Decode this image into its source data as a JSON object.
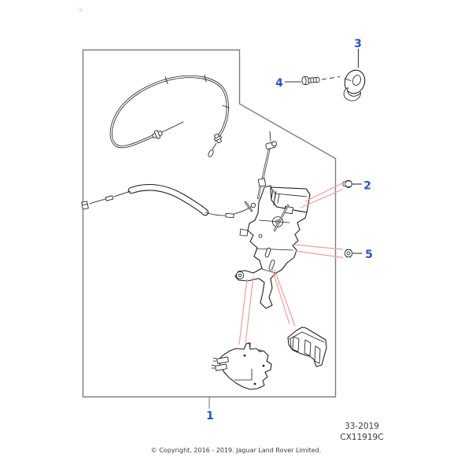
{
  "figure": {
    "callouts": [
      {
        "label": "1"
      },
      {
        "label": "2"
      },
      {
        "label": "3"
      },
      {
        "label": "4"
      },
      {
        "label": "5"
      }
    ],
    "figure_code": "33-2019",
    "drawing_code": "CX11919C"
  },
  "footer": {
    "copyright": "© Copyright, 2016 - 2019. Jaguar Land Rover Limited."
  },
  "colors": {
    "callout_blue": "#2b50d0",
    "leader_red": "#f49c9c",
    "drawing_line": "#1f1f1f",
    "frame_gray": "#7d7d7d",
    "text_dark": "#3b3b3b"
  }
}
